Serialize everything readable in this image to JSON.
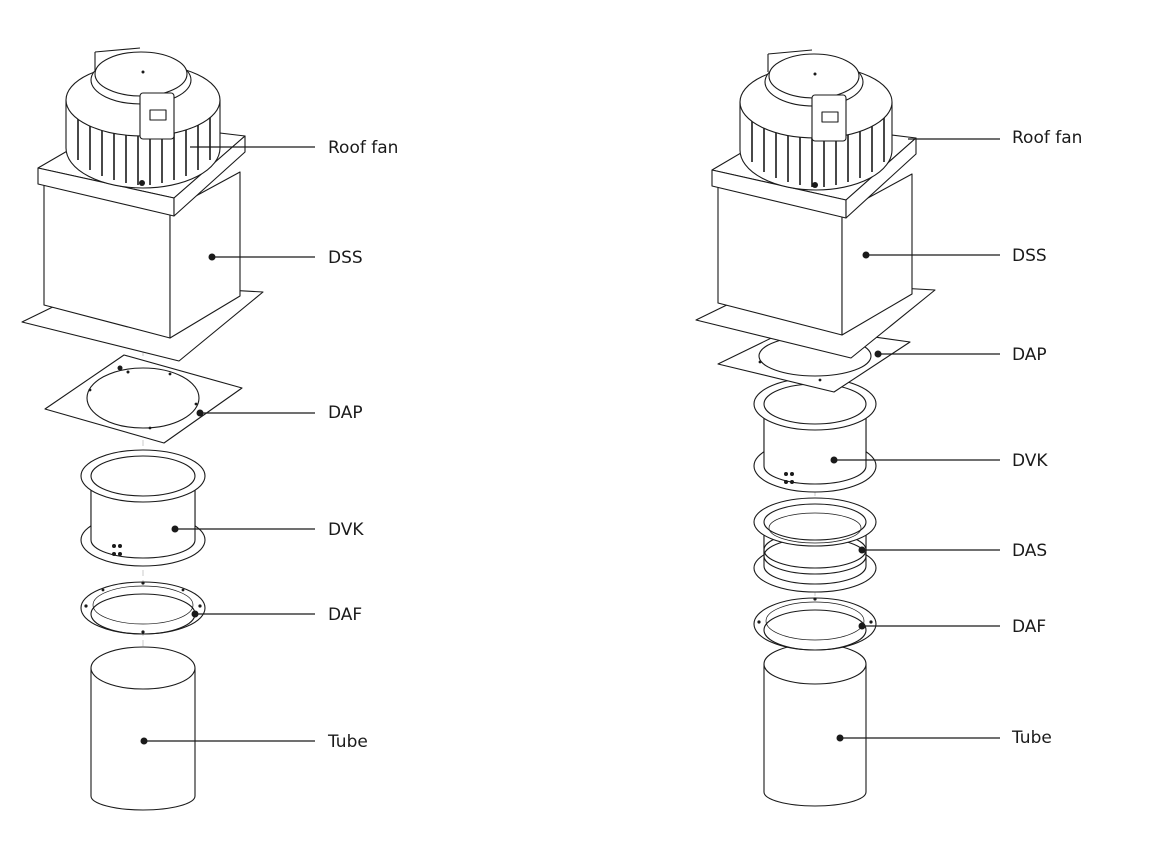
{
  "labels": {
    "roof_fan": "Roof fan",
    "dss": "DSS",
    "dap": "DAP",
    "dvk": "DVK",
    "das": "DAS",
    "daf": "DAF",
    "tube": "Tube"
  },
  "colors": {
    "line": "#1a1a1a",
    "background": "#ffffff",
    "axis": "#bfbfbf"
  }
}
